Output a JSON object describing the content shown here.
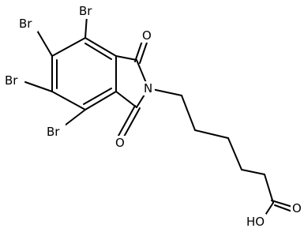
{
  "molecule": {
    "atoms": {
      "br_top": "Br",
      "br_upper_left": "Br",
      "br_left": "Br",
      "br_bottom": "Br",
      "o_top": "O",
      "o_bottom": "O",
      "n": "N",
      "o_carbonyl": "O",
      "oh": "HO"
    }
  }
}
